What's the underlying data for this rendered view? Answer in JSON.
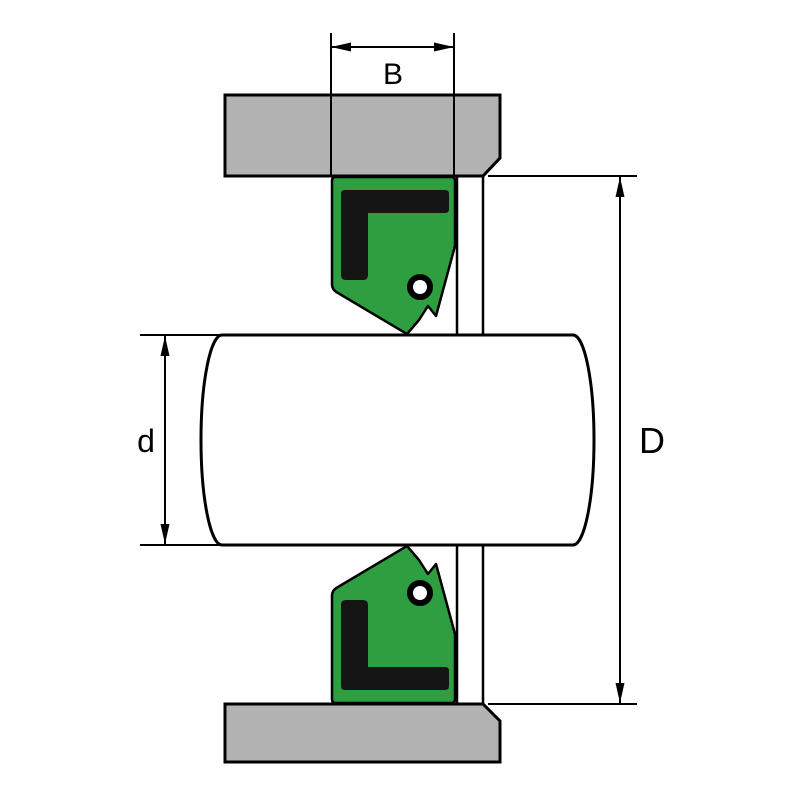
{
  "diagram": {
    "labels": {
      "seal_width": "B",
      "shaft_diameter": "d",
      "outer_diameter": "D"
    },
    "colors": {
      "background": "#ffffff",
      "housing": "#b2b2b2",
      "seal": "#2f9e41",
      "insert": "#151515",
      "shaft": "#ffffff",
      "spring": "#ffffff",
      "line": "#000000"
    }
  }
}
